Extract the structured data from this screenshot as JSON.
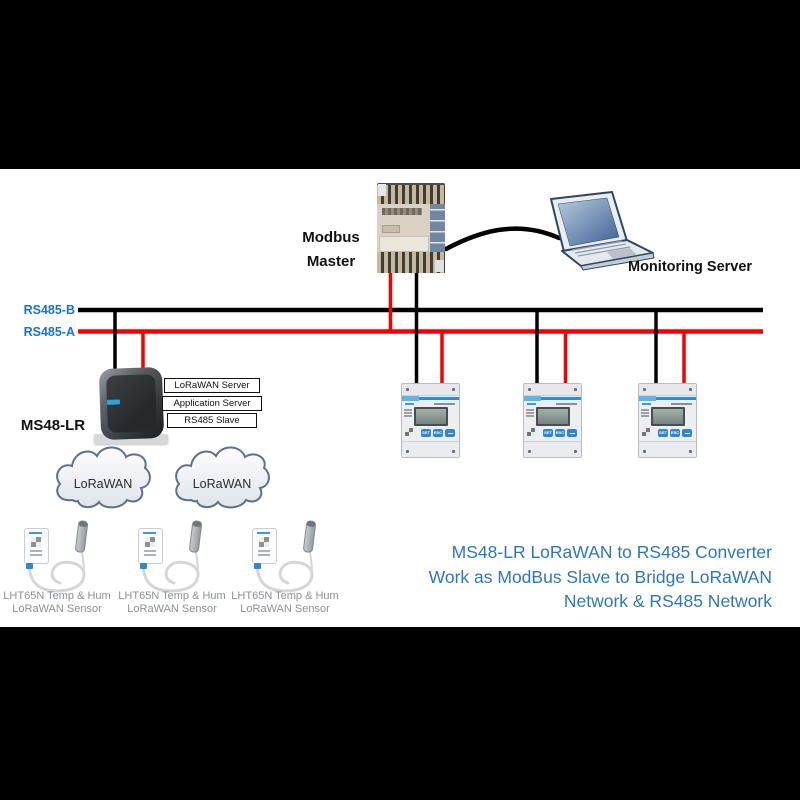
{
  "colors": {
    "bus_black": "#000000",
    "bus_red": "#ff0000",
    "bus_label_blue": "#1a73cd",
    "caption_blue": "#2e76ba",
    "meter_accent_blue": "#2a8fd6"
  },
  "plc": {
    "label_line1": "Modbus",
    "label_line2": "Master"
  },
  "laptop": {
    "label": "Monitoring Server"
  },
  "bus": {
    "line_b_label": "RS485-B",
    "line_a_label": "RS485-A"
  },
  "gateway": {
    "name": "MS48-LR",
    "roles": [
      "LoRaWAN Server",
      "Application Server",
      "RS485 Slave"
    ]
  },
  "clouds": [
    {
      "label": "LoRaWAN"
    },
    {
      "label": "LoRaWAN"
    }
  ],
  "sensors": [
    {
      "caption_line1": "LHT65N Temp & Hum",
      "caption_line2": "LoRaWAN Sensor"
    },
    {
      "caption_line1": "LHT65N Temp & Hum",
      "caption_line2": "LoRaWAN Sensor"
    },
    {
      "caption_line1": "LHT65N Temp & Hum",
      "caption_line2": "LoRaWAN Sensor"
    }
  ],
  "meters": {
    "count": 3,
    "buttons": [
      "SET",
      "ESC"
    ]
  },
  "caption": {
    "lines": [
      "MS48-LR LoRaWAN to RS485 Converter",
      "Work as ModBus Slave to Bridge LoRaWAN",
      "Network & RS485 Network"
    ]
  }
}
